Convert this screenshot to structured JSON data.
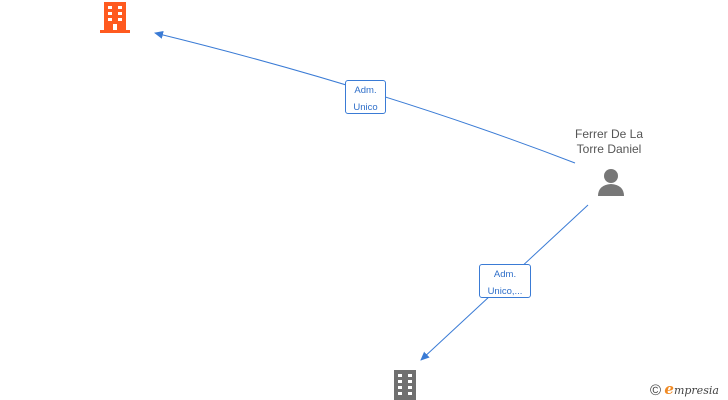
{
  "nodes": {
    "company_top": {
      "icon": "building-icon",
      "color": "#ff5a1f"
    },
    "person": {
      "label_line1": "Ferrer De La",
      "label_line2": "Torre Daniel",
      "icon": "person-icon",
      "color": "#777777"
    },
    "company_bottom": {
      "icon": "building-icon",
      "color": "#707070"
    }
  },
  "edges": [
    {
      "label_line1": "Adm.",
      "label_line2": "Unico",
      "color": "#3a7bd5"
    },
    {
      "label_line1": "Adm.",
      "label_line2": "Unico,...",
      "color": "#3a7bd5"
    }
  ],
  "branding": {
    "copyright_symbol": "©",
    "logo_initial": "e",
    "logo_rest": "mpresia"
  }
}
